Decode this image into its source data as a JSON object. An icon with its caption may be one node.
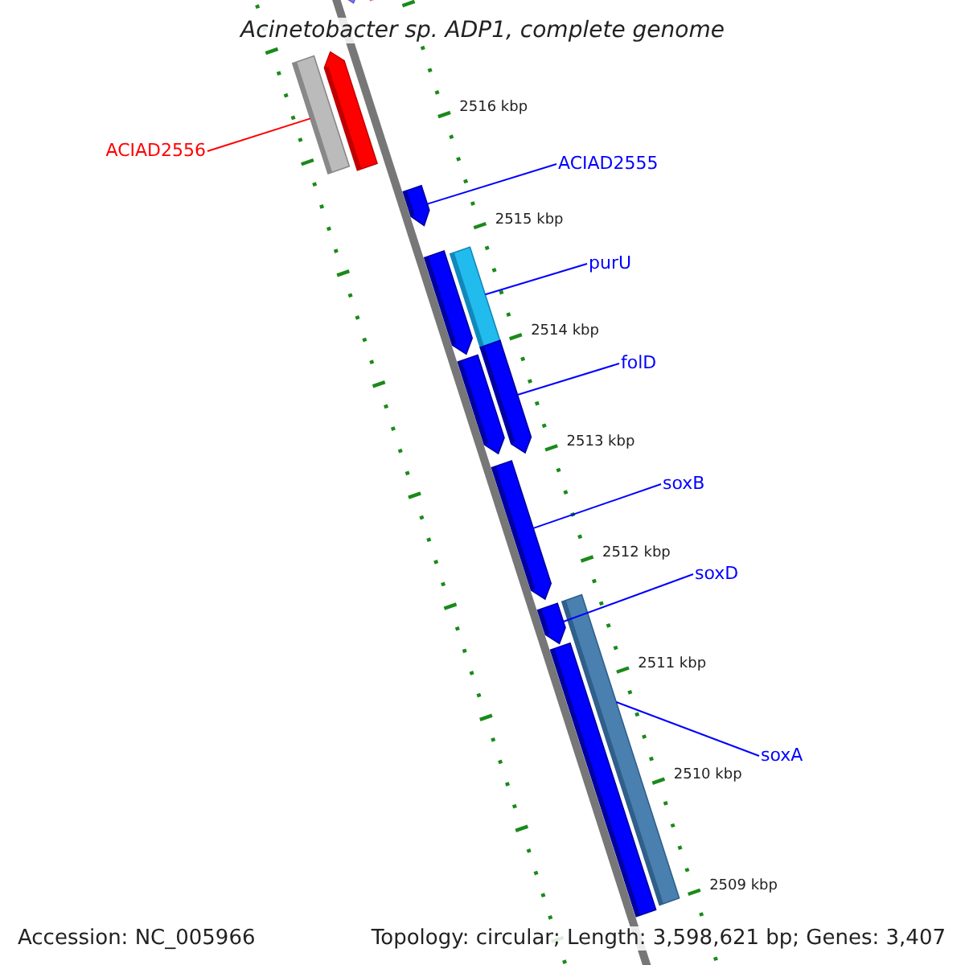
{
  "diagram": {
    "title": "Acinetobacter sp. ADP1, complete genome",
    "nodes": [
      {
        "text": [
          "ACIAD2556"
        ]
      },
      {
        "text": [],
        "shape": "bar"
      },
      {
        "text": [
          "ACIAD2555"
        ]
      },
      {
        "text": [],
        "shape": "arrow"
      },
      {
        "text": [
          "purU"
        ]
      },
      {
        "text": [],
        "shape": "bar"
      },
      {
        "text": [
          "folD"
        ]
      },
      {
        "text": [],
        "shape": "arrow"
      },
      {
        "text": [
          "soxB"
        ]
      },
      {
        "text": [],
        "shape": "arrow"
      },
      {
        "text": [
          "soxD"
        ]
      },
      {
        "text": [],
        "shape": "arrow"
      },
      {
        "text": [
          "soxA"
        ]
      },
      {
        "text": [],
        "shape": "bar"
      }
    ],
    "edges": [
      {
        "from": 0,
        "to": 1,
        "arrow": "none",
        "color": "#ff0000"
      },
      {
        "from": 2,
        "to": 3,
        "arrow": "none"
      },
      {
        "from": 4,
        "to": 5,
        "arrow": "none"
      },
      {
        "from": 6,
        "to": 7,
        "arrow": "none"
      },
      {
        "from": 8,
        "to": 9,
        "arrow": "none"
      },
      {
        "from": 10,
        "to": 11,
        "arrow": "none"
      },
      {
        "from": 12,
        "to": 13,
        "arrow": "none"
      }
    ],
    "labels": [
      "2516 kbp",
      "2515 kbp",
      "2514 kbp",
      "2513 kbp",
      "2512 kbp",
      "2511 kbp",
      "2510 kbp",
      "2509 kbp",
      "Accession: NC_005966",
      "Topology: circular; Length: 3,598,621 bp; Genes: 3,407"
    ]
  }
}
